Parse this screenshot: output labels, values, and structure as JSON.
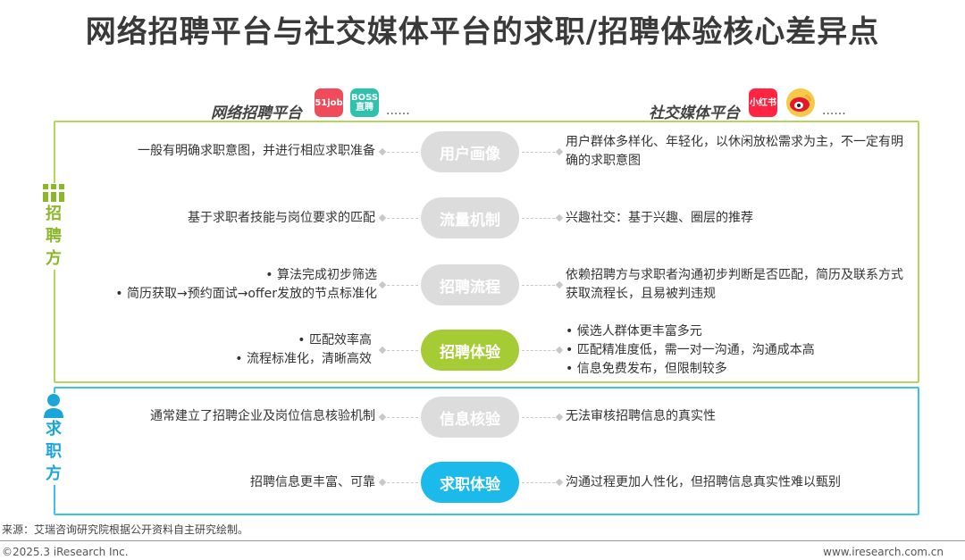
{
  "title": "网络招聘平台与社交媒体平台的求职/招聘体验核心差异点",
  "columns": {
    "left": {
      "label": "网络招聘平台",
      "icons": [
        {
          "name": "51job-icon",
          "text": "51job",
          "color": "#f04b5a"
        },
        {
          "name": "boss-zhipin-icon",
          "text": "BOSS直聘",
          "color": "#2ec1ae"
        }
      ],
      "more": "......"
    },
    "right": {
      "label": "社交媒体平台",
      "icons": [
        {
          "name": "xiaohongshu-icon",
          "text": "小红书",
          "color": "#ff2442"
        },
        {
          "name": "weibo-icon",
          "text": "",
          "color": "#f7c948"
        }
      ],
      "more": "......"
    }
  },
  "groups": {
    "recruiter": {
      "label": [
        "招",
        "聘",
        "方"
      ],
      "color": "#8ab82a"
    },
    "seeker": {
      "label": [
        "求",
        "职",
        "方"
      ],
      "color": "#1aa6d8"
    }
  },
  "rows": [
    {
      "label": "用户画像",
      "style": "gray",
      "left": [
        "一般有明确求职意图，并进行相应求职准备"
      ],
      "right": [
        "用户群体多样化、年轻化，以休闲放松需求为主，不一定有明确的求职意图"
      ]
    },
    {
      "label": "流量机制",
      "style": "gray",
      "left": [
        "基于求职者技能与岗位要求的匹配"
      ],
      "right": [
        "兴趣社交：基于兴趣、圈层的推荐"
      ]
    },
    {
      "label": "招聘流程",
      "style": "gray",
      "left": [
        "•   算法完成初步筛选",
        "•   简历获取→预约面试→offer发放的节点标准化"
      ],
      "right": [
        "依赖招聘方与求职者沟通初步判断是否匹配，简历及联系方式获取流程长，且易被判违规"
      ]
    },
    {
      "label": "招聘体验",
      "style": "green",
      "left": [
        "•   匹配效率高",
        "•   流程标准化，清晰高效"
      ],
      "right": [
        "•   候选人群体更丰富多元",
        "•   匹配精准度低，需一对一沟通，沟通成本高",
        "•   信息免费发布，但限制较多"
      ]
    },
    {
      "label": "信息核验",
      "style": "gray",
      "left": [
        "通常建立了招聘企业及岗位信息核验机制"
      ],
      "right": [
        "无法审核招聘信息的真实性"
      ]
    },
    {
      "label": "求职体验",
      "style": "blue",
      "left": [
        "招聘信息更丰富、可靠"
      ],
      "right": [
        "沟通过程更加人性化，但招聘信息真实性难以甄别"
      ]
    }
  ],
  "source": "来源：艾瑞咨询研究院根据公开资料自主研究绘制。",
  "copyright": "©2025.3 iResearch Inc.",
  "website": "www.iresearch.com.cn"
}
